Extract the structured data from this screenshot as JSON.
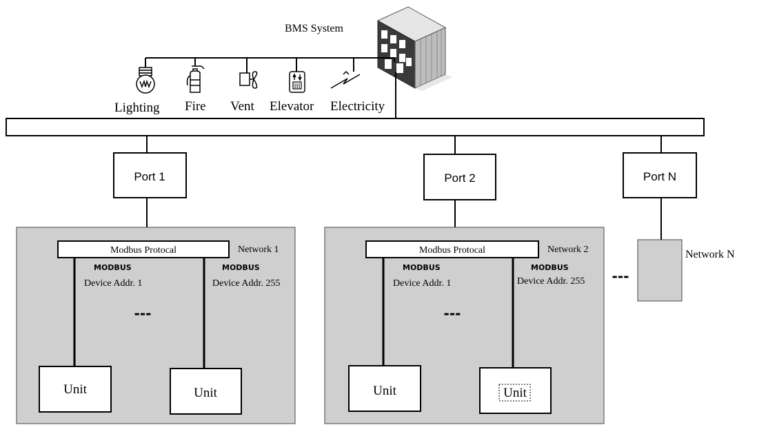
{
  "header": {
    "bms_title": "BMS System",
    "subsystems": [
      {
        "label": "Lighting",
        "icon": "light-bulb-icon"
      },
      {
        "label": "Fire",
        "icon": "fire-extinguisher-icon"
      },
      {
        "label": "Vent",
        "icon": "fan-icon"
      },
      {
        "label": "Elevator",
        "icon": "elevator-icon"
      },
      {
        "label": "Electricity",
        "icon": "lightning-icon"
      }
    ]
  },
  "ports": [
    {
      "label": "Port 1"
    },
    {
      "label": "Port 2"
    },
    {
      "label": "Port N"
    }
  ],
  "networks": [
    {
      "name": "Network 1",
      "protocol": "Modbus Protocal",
      "left_tag": "MODBUS",
      "left_addr": "Device Addr. 1",
      "right_tag": "MODBUS",
      "right_addr": "Device Addr. 255",
      "ellipsis": "---",
      "unit_left": "Unit",
      "unit_right": "Unit"
    },
    {
      "name": "Network 2",
      "protocol": "Modbus Protocal",
      "left_tag": "MODBUS",
      "left_addr": "Device Addr. 1",
      "right_tag": "MODBUS",
      "right_addr": "Device Addr. 255",
      "ellipsis": "---",
      "unit_left": "Unit",
      "unit_right": "Unit"
    }
  ],
  "network_n": {
    "name": "Network N",
    "ellipsis": "---"
  },
  "colors": {
    "network_fill": "#cfcfcf",
    "line": "#000000",
    "box_fill": "#ffffff"
  }
}
